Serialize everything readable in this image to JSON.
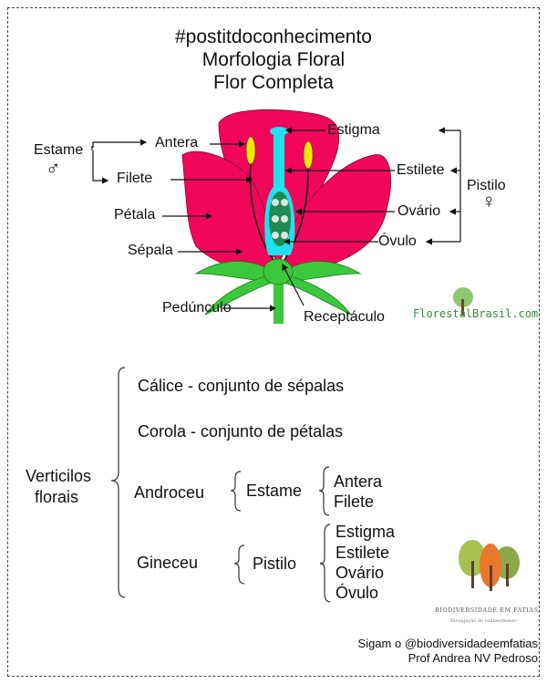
{
  "title": {
    "line1": "#postitdoconhecimento",
    "line2": "Morfologia Floral",
    "line3": "Flor Completa"
  },
  "diagram": {
    "estame": "Estame",
    "male_symbol": "♂",
    "antera": "Antera",
    "filete": "Filete",
    "petala": "Pétala",
    "sepala": "Sépala",
    "pedunculo": "Pedúnculo",
    "receptaculo": "Receptáculo",
    "estigma": "Estigma",
    "estilete": "Estilete",
    "ovario": "Ovário",
    "ovulo": "Óvulo",
    "pistilo": "Pistilo",
    "female_symbol": "♀",
    "watermark": "FlorestalBrasil.com",
    "colors": {
      "petal": "#f0075a",
      "pistil": "#22e0f0",
      "anther": "#f5e800",
      "sepal": "#3cc83c"
    }
  },
  "summary": {
    "root": {
      "line1": "Verticilos",
      "line2": "florais"
    },
    "calice": "Cálice - conjunto de sépalas",
    "corola": "Corola - conjunto de pétalas",
    "androceu": {
      "label": "Androceu",
      "child": "Estame",
      "parts": [
        "Antera",
        "Filete"
      ]
    },
    "gineceu": {
      "label": "Gineceu",
      "child": "Pistilo",
      "parts": [
        "Estigma",
        "Estilete",
        "Ovário",
        "Óvulo"
      ]
    }
  },
  "logo": {
    "name": "BIODIVERSIDADE EM FATIAS",
    "tagline": "Divulgação do conhecimento"
  },
  "footer": {
    "line1": "Sigam o @biodiversidadeemfatias",
    "line2": "Prof Andrea NV Pedroso"
  }
}
